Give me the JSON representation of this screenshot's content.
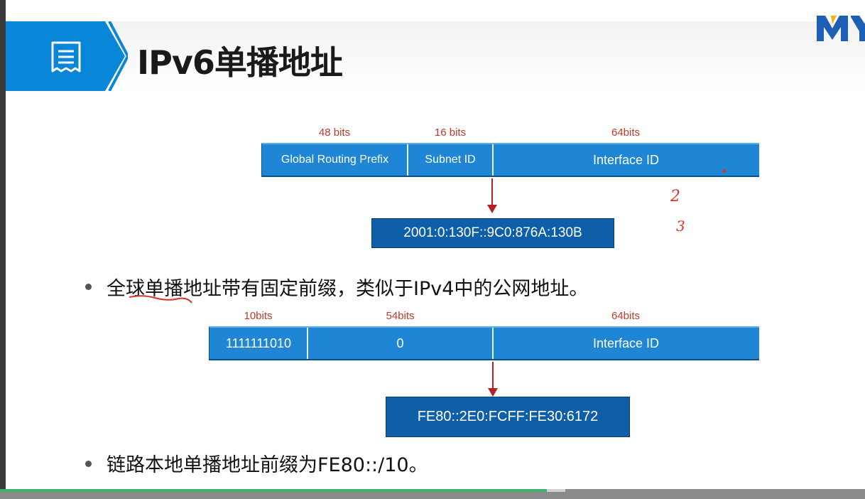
{
  "slide": {
    "title": "IPv6单播地址",
    "logo_text": "MY"
  },
  "diagram1": {
    "bits": [
      "48 bits",
      "16 bits",
      "64bits"
    ],
    "segments": [
      "Global Routing Prefix",
      "Subnet  ID",
      "Interface ID"
    ],
    "result": "2001:0:130F::9C0:876A:130B"
  },
  "bullet1": "全球单播地址带有固定前缀，类似于IPv4中的公网地址。",
  "diagram2": {
    "bits": [
      "10bits",
      "54bits",
      "64bits"
    ],
    "segments": [
      "1111111010",
      "0",
      "Interface ID"
    ],
    "result": "FE80::2E0:FCFF:FE30:6172"
  },
  "bullet2": "链路本地单播地址前缀为FE80::/10。",
  "annotations": [
    "2",
    "3"
  ],
  "video": {
    "progress": 0.632
  },
  "colors": {
    "accent": "#0a86d8",
    "segment": "#1e86d4",
    "result": "#0f5fa8",
    "bits": "#c0392b"
  }
}
